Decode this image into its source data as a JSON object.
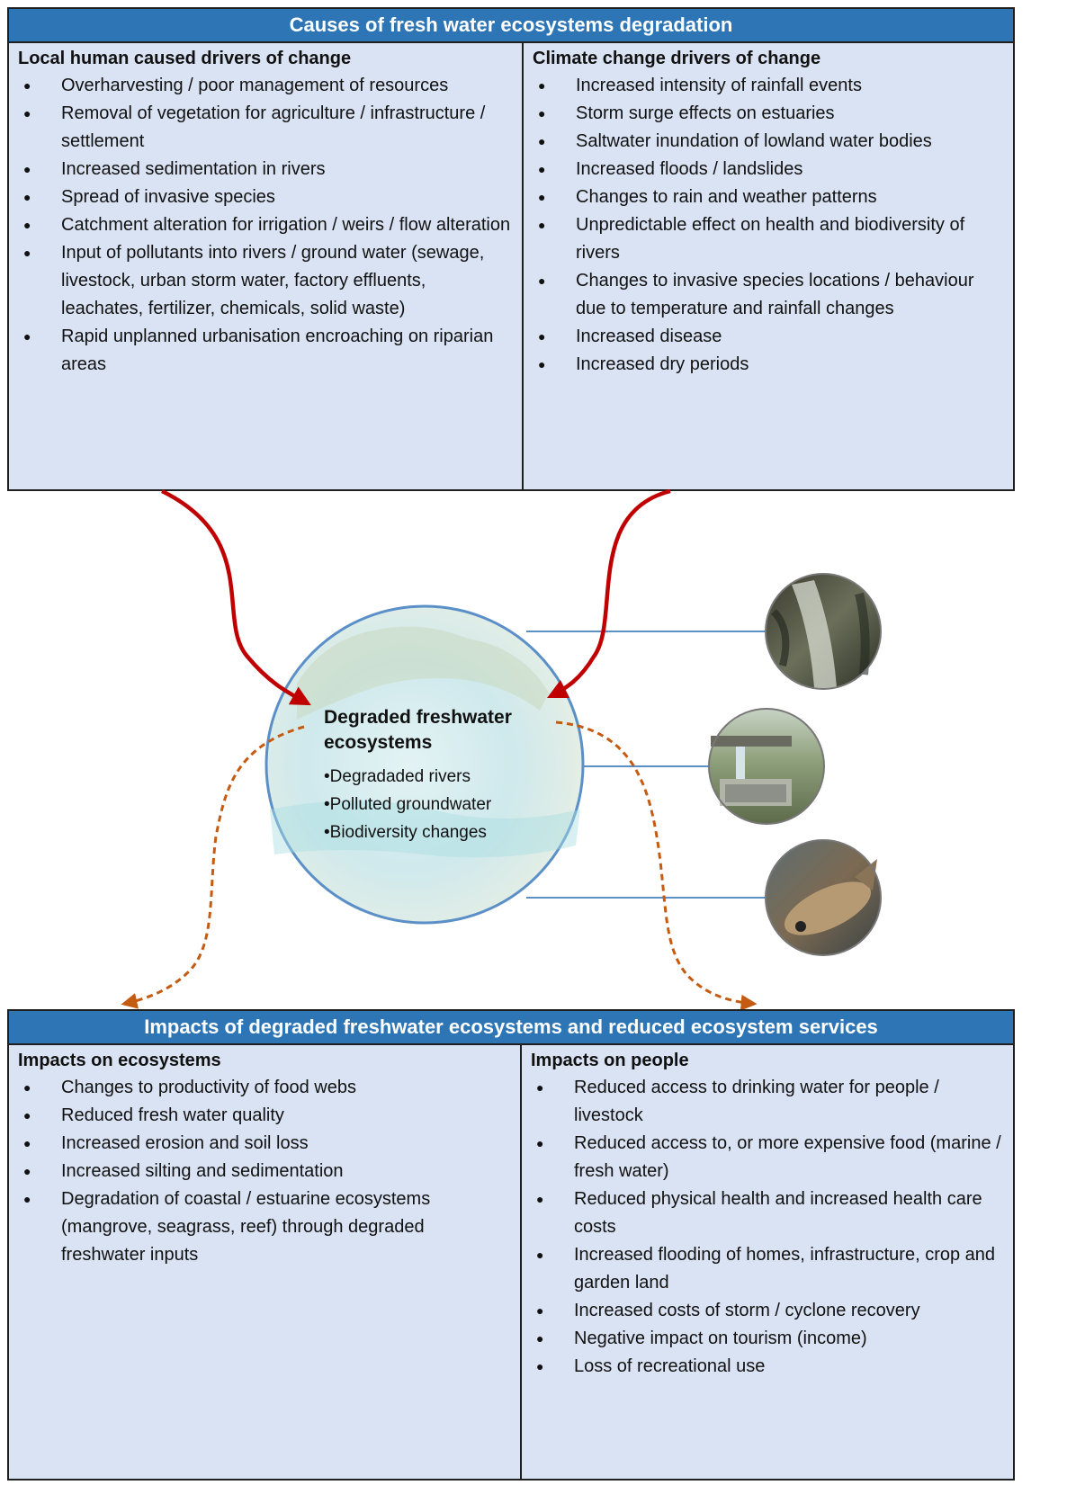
{
  "causes": {
    "title": "Causes of fresh water ecosystems degradation",
    "left": {
      "heading": "Local human caused drivers of change",
      "items": [
        "Overharvesting / poor management of resources",
        "Removal of vegetation for agriculture / infrastructure / settlement",
        "Increased sedimentation in rivers",
        "Spread of invasive species",
        "Catchment alteration for irrigation / weirs / flow alteration",
        "Input of pollutants into rivers / ground water (sewage, livestock, urban storm water, factory effluents, leachates, fertilizer, chemicals, solid waste)",
        "Rapid unplanned urbanisation encroaching on riparian areas"
      ]
    },
    "right": {
      "heading": "Climate change drivers of change",
      "items": [
        "Increased intensity of rainfall events",
        "Storm surge effects on estuaries",
        "Saltwater inundation of lowland water bodies",
        "Increased floods / landslides",
        "Changes to rain and weather patterns",
        "Unpredictable effect on health and biodiversity of rivers",
        "Changes to invasive species locations / behaviour due to temperature and rainfall changes",
        "Increased disease",
        "Increased dry periods"
      ]
    }
  },
  "center": {
    "title_line1": "Degraded freshwater",
    "title_line2": "ecosystems",
    "items": [
      "Degradaded rivers",
      "Polluted groundwater",
      "Biodiversity changes"
    ]
  },
  "impacts": {
    "title": "Impacts of degraded freshwater ecosystems and reduced ecosystem services",
    "left": {
      "heading": "Impacts on ecosystems",
      "items": [
        "Changes to productivity of food webs",
        "Reduced fresh water quality",
        "Increased erosion and soil loss",
        "Increased silting and sedimentation",
        "Degradation of coastal / estuarine ecosystems (mangrove, seagrass, reef) through degraded freshwater inputs"
      ]
    },
    "right": {
      "heading": "Impacts on people",
      "items": [
        "Reduced access to drinking water for people / livestock",
        "Reduced access to, or more expensive food (marine / fresh water)",
        "Reduced physical health and increased health care costs",
        "Increased flooding of homes, infrastructure, crop and garden land",
        "Increased costs of storm / cyclone recovery",
        "Negative impact on tourism (income)",
        "Loss of recreational use"
      ]
    }
  },
  "colors": {
    "header_blue": "#2e75b6",
    "panel_fill": "#dae3f3",
    "red_arrow": "#c00000",
    "orange_dashed": "#c55a11",
    "circle_stroke": "#5b8fc7"
  },
  "photos": [
    "river-photo",
    "water-pipe-photo",
    "fish-photo"
  ]
}
